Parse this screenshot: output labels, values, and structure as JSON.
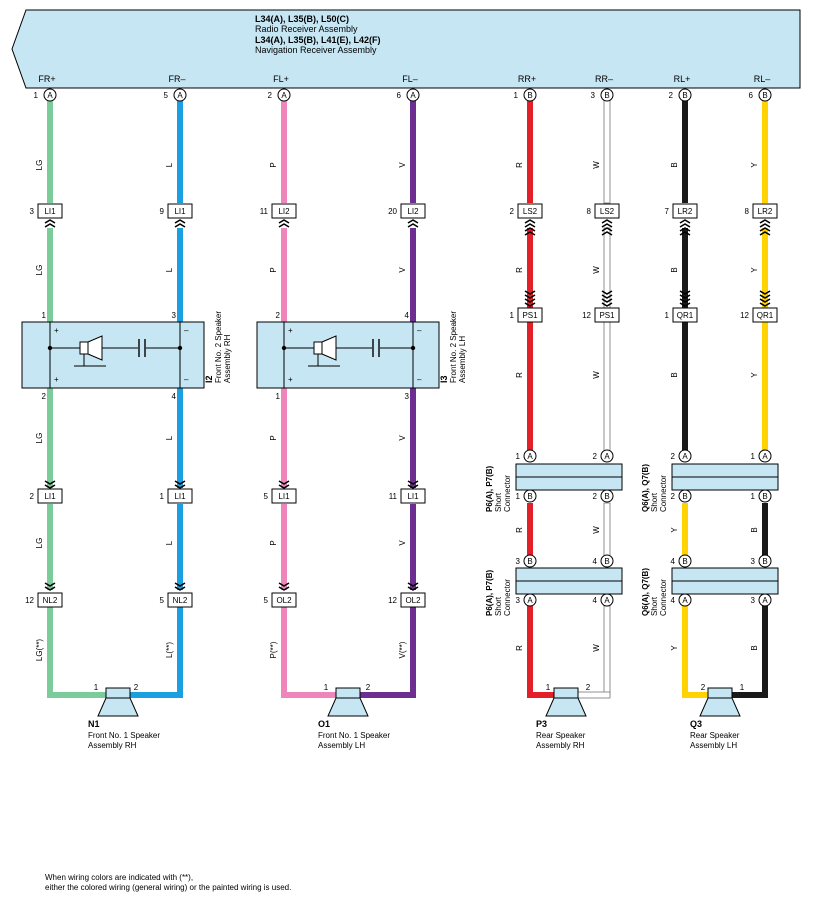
{
  "header": {
    "line1": "L34(A), L35(B), L50(C)",
    "line2": "Radio Receiver Assembly",
    "line3": "L34(A), L35(B), L41(E), L42(F)",
    "line4": "Navigation Receiver Assembly"
  },
  "colors": {
    "LG": "#7ccc9b",
    "L": "#1aa0e0",
    "P": "#ef86bb",
    "V": "#6c2e91",
    "R": "#e3202a",
    "W": "#d0d0d0",
    "B": "#1a1a1a",
    "Y": "#ffd200",
    "component_fill": "#c6e6f4",
    "header_fill": "#c6e6f4"
  },
  "terminals": [
    {
      "signal": "FR+",
      "pin": "1",
      "conn": "A"
    },
    {
      "signal": "FR–",
      "pin": "5",
      "conn": "A"
    },
    {
      "signal": "FL+",
      "pin": "2",
      "conn": "A"
    },
    {
      "signal": "FL–",
      "pin": "6",
      "conn": "A"
    },
    {
      "signal": "RR+",
      "pin": "1",
      "conn": "B"
    },
    {
      "signal": "RR–",
      "pin": "3",
      "conn": "B"
    },
    {
      "signal": "RL+",
      "pin": "2",
      "conn": "B"
    },
    {
      "signal": "RL–",
      "pin": "6",
      "conn": "B"
    }
  ],
  "wire_labels": {
    "seg1": [
      "LG",
      "L",
      "P",
      "V",
      "R",
      "W",
      "B",
      "Y"
    ],
    "seg2": [
      "LG",
      "L",
      "P",
      "V",
      "R",
      "W",
      "B",
      "Y"
    ],
    "seg3": [
      "LG",
      "L",
      "P",
      "V",
      "R",
      "W",
      "B",
      "Y"
    ],
    "seg4": [
      "LG",
      "L",
      "P",
      "V"
    ],
    "seg5": [
      "LG(**)",
      "L(**)",
      "P(**)",
      "V(**)"
    ],
    "rear_mid": [
      "R",
      "W",
      "Y",
      "B"
    ],
    "rear_low": [
      "R",
      "W",
      "Y",
      "B"
    ]
  },
  "connectors": {
    "row1": [
      {
        "pin": "3",
        "name": "LI1"
      },
      {
        "pin": "9",
        "name": "LI1"
      },
      {
        "pin": "11",
        "name": "LI2"
      },
      {
        "pin": "20",
        "name": "LI2"
      },
      {
        "pin": "2",
        "name": "LS2"
      },
      {
        "pin": "8",
        "name": "LS2"
      },
      {
        "pin": "7",
        "name": "LR2"
      },
      {
        "pin": "8",
        "name": "LR2"
      }
    ],
    "row2": [
      {
        "pin": "1",
        "name": "PS1"
      },
      {
        "pin": "12",
        "name": "PS1"
      },
      {
        "pin": "1",
        "name": "QR1"
      },
      {
        "pin": "12",
        "name": "QR1"
      }
    ],
    "row3": [
      {
        "pin": "2",
        "name": "LI1"
      },
      {
        "pin": "1",
        "name": "LI1"
      },
      {
        "pin": "5",
        "name": "LI1"
      },
      {
        "pin": "11",
        "name": "LI1"
      }
    ],
    "row4": [
      {
        "pin": "12",
        "name": "NL2"
      },
      {
        "pin": "5",
        "name": "NL2"
      },
      {
        "pin": "5",
        "name": "OL2"
      },
      {
        "pin": "12",
        "name": "OL2"
      }
    ]
  },
  "speakers2": [
    {
      "id": "I2",
      "name_line1": "Front No. 2 Speaker",
      "name_line2": "Assembly RH",
      "pin_top_left": "1",
      "pin_top_right": "3",
      "pin_bot_left": "2",
      "pin_bot_right": "4",
      "plus": "+",
      "minus": "–"
    },
    {
      "id": "I3",
      "name_line1": "Front No. 2 Speaker",
      "name_line2": "Assembly LH",
      "pin_top_left": "2",
      "pin_top_right": "4",
      "pin_bot_left": "1",
      "pin_bot_right": "3",
      "plus": "+",
      "minus": "–"
    }
  ],
  "short_connectors": [
    {
      "id": "P6(A), P7(B)",
      "l1": "Short",
      "l2": "Connector",
      "top_pins": [
        {
          "pin": "1",
          "c": "A"
        },
        {
          "pin": "2",
          "c": "A"
        }
      ],
      "bot_pins": [
        {
          "pin": "1",
          "c": "B"
        },
        {
          "pin": "2",
          "c": "B"
        }
      ]
    },
    {
      "id": "Q6(A), Q7(B)",
      "l1": "Short",
      "l2": "Connector",
      "top_pins": [
        {
          "pin": "2",
          "c": "A"
        },
        {
          "pin": "1",
          "c": "A"
        }
      ],
      "bot_pins": [
        {
          "pin": "2",
          "c": "B"
        },
        {
          "pin": "1",
          "c": "B"
        }
      ]
    },
    {
      "id": "P6(A), P7(B)",
      "l1": "Short",
      "l2": "Connector",
      "top_pins": [
        {
          "pin": "3",
          "c": "B"
        },
        {
          "pin": "4",
          "c": "B"
        }
      ],
      "bot_pins": [
        {
          "pin": "3",
          "c": "A"
        },
        {
          "pin": "4",
          "c": "A"
        }
      ]
    },
    {
      "id": "Q6(A), Q7(B)",
      "l1": "Short",
      "l2": "Connector",
      "top_pins": [
        {
          "pin": "4",
          "c": "B"
        },
        {
          "pin": "3",
          "c": "B"
        }
      ],
      "bot_pins": [
        {
          "pin": "4",
          "c": "A"
        },
        {
          "pin": "3",
          "c": "A"
        }
      ]
    }
  ],
  "speakers": [
    {
      "id": "N1",
      "line1": "Front No.  1 Speaker",
      "line2": "Assembly RH",
      "pin_a": "1",
      "pin_b": "2"
    },
    {
      "id": "O1",
      "line1": "Front No.  1 Speaker",
      "line2": "Assembly LH",
      "pin_a": "1",
      "pin_b": "2"
    },
    {
      "id": "P3",
      "line1": "Rear Speaker",
      "line2": "Assembly RH",
      "pin_a": "1",
      "pin_b": "2"
    },
    {
      "id": "Q3",
      "line1": "Rear Speaker",
      "line2": "Assembly LH",
      "pin_a": "2",
      "pin_b": "1"
    }
  ],
  "footnote": {
    "line1": "When wiring colors are indicated with (**),",
    "line2": "either the colored wiring (general wiring) or the painted wiring is used."
  }
}
